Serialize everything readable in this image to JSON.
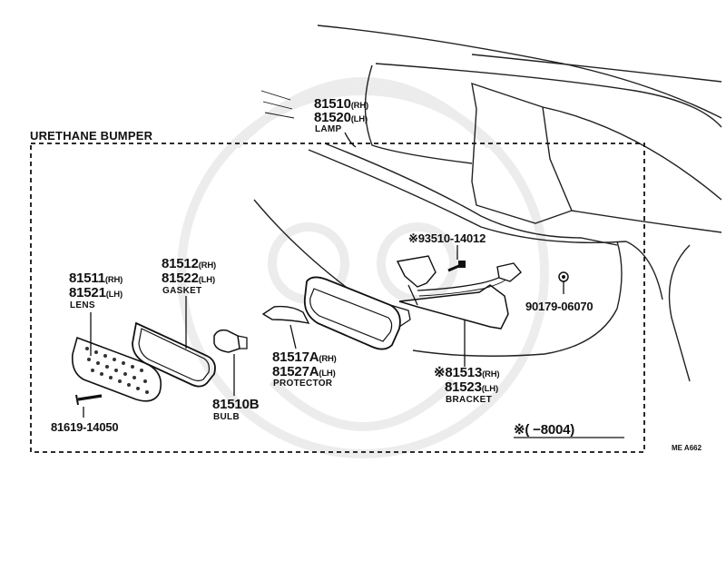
{
  "section_title": "URETHANE BUMPER",
  "diagram_code": "ME A662",
  "parts": {
    "lamp": {
      "pn1": "81510",
      "sfx1": "(RH)",
      "pn2": "81520",
      "sfx2": "(LH)",
      "name": "LAMP"
    },
    "lens": {
      "pn1": "81511",
      "sfx1": "(RH)",
      "pn2": "81521",
      "sfx2": "(LH)",
      "name": "LENS"
    },
    "gasket": {
      "pn1": "81512",
      "sfx1": "(RH)",
      "pn2": "81522",
      "sfx2": "(LH)",
      "name": "GASKET"
    },
    "bulb": {
      "pn1": "81510B",
      "name": "BULB"
    },
    "protector": {
      "pn1": "81517A",
      "sfx1": "(RH)",
      "pn2": "81527A",
      "sfx2": "(LH)",
      "name": "PROTECTOR"
    },
    "bracket": {
      "pn1": "※81513",
      "sfx1": "(RH)",
      "pn2": "81523",
      "sfx2": "(LH)",
      "name": "BRACKET"
    },
    "bolt": {
      "pn1": "※93510-14012"
    },
    "clip": {
      "pn1": "90179-06070"
    },
    "screw": {
      "pn1": "81619-14050"
    }
  },
  "footnote": {
    "mark": "※",
    "text": "(      −8004)"
  }
}
